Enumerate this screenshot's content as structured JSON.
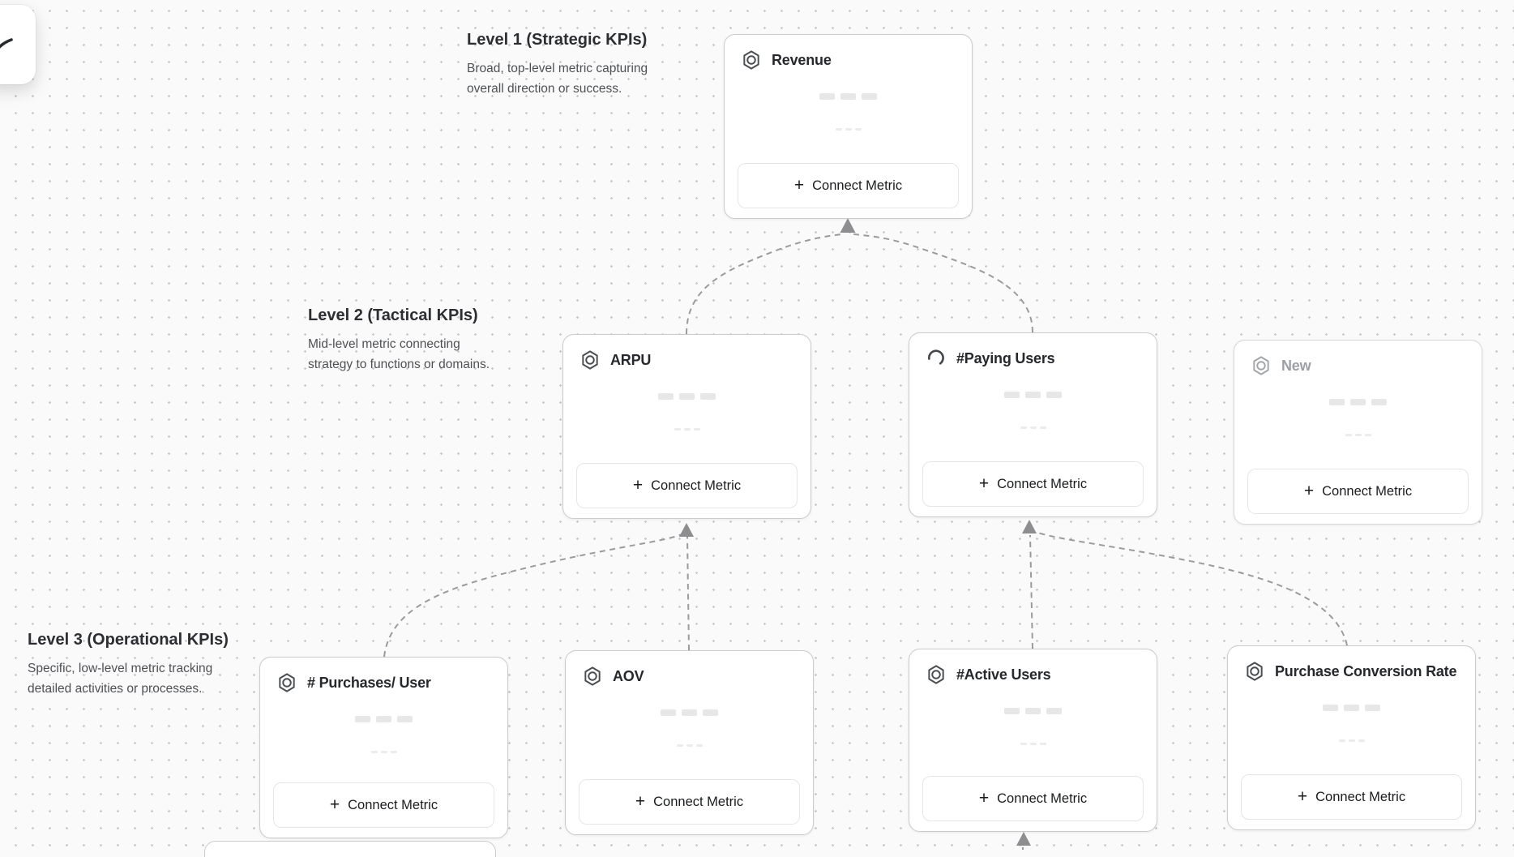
{
  "app": {
    "type": "kpi-tree-canvas"
  },
  "levels": [
    {
      "title": "Level 1 (Strategic KPIs)",
      "description_line1": "Broad, top-level metric capturing",
      "description_line2": "overall direction or success."
    },
    {
      "title": "Level 2 (Tactical KPIs)",
      "description_line1": "Mid-level metric connecting",
      "description_line2": "strategy to functions or domains."
    },
    {
      "title": "Level 3 (Operational KPIs)",
      "description_line1": "Specific, low-level metric tracking",
      "description_line2": "detailed activities or processes."
    }
  ],
  "cards": [
    {
      "id": "revenue",
      "title": "Revenue",
      "level": 1,
      "icon": "metric-hexagon",
      "state": "default"
    },
    {
      "id": "arpu",
      "title": "ARPU",
      "level": 2,
      "icon": "metric-hexagon",
      "state": "default"
    },
    {
      "id": "paying-users",
      "title": "#Paying Users",
      "level": 2,
      "icon": "spinner",
      "state": "loading"
    },
    {
      "id": "new",
      "title": "New",
      "level": 2,
      "icon": "metric-hexagon",
      "state": "draft"
    },
    {
      "id": "purchases-per-user",
      "title": "# Purchases/ User",
      "level": 3,
      "icon": "metric-hexagon",
      "state": "default"
    },
    {
      "id": "aov",
      "title": "AOV",
      "level": 3,
      "icon": "metric-hexagon",
      "state": "default"
    },
    {
      "id": "active-users",
      "title": "#Active Users",
      "level": 3,
      "icon": "metric-hexagon",
      "state": "default"
    },
    {
      "id": "purchase-conversion-rate",
      "title": "Purchase Conversion Rate",
      "level": 3,
      "icon": "metric-hexagon",
      "state": "default"
    }
  ],
  "connect_button": {
    "plus": "+",
    "label": "Connect Metric"
  },
  "colors": {
    "canvas_bg": "#fafafa",
    "grid_dot": "#c8c8c8",
    "card_border": "#c9cbcd",
    "connector": "#9b9b9b",
    "arrow": "#8e8e90",
    "title_text": "#26282c",
    "draft_text": "#9ba0a4",
    "level_title": "#2c2e32",
    "level_desc": "#4e5054"
  }
}
